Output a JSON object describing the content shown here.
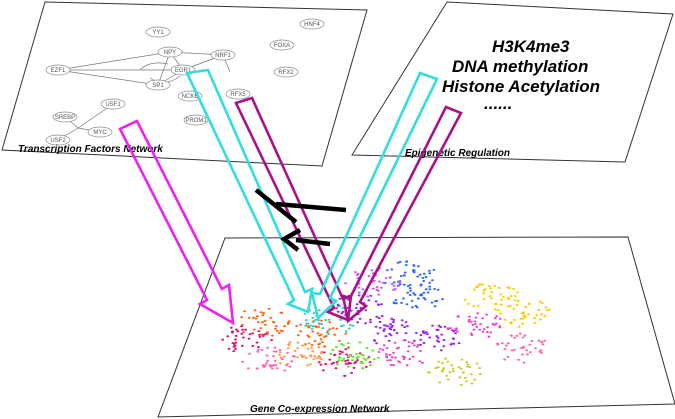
{
  "tf_network": {
    "title": "Transcription Factors Network",
    "nodes": [
      "YY1",
      "HNF4",
      "NPY",
      "NRF1",
      "FOXA",
      "EZF1",
      "EGR1",
      "RFX2",
      "SP1",
      "NCKB",
      "RFX5",
      "USF1",
      "PROM1",
      "SREBP",
      "MYC",
      "USF2"
    ]
  },
  "epigenetic": {
    "title": "Epigenetic Regulation",
    "lines": [
      "H3K4me3",
      "DNA methylation",
      "Histone Acetylation",
      "......"
    ]
  },
  "coexpression": {
    "title": "Gene Co-expression Network"
  },
  "colors": {
    "magenta_arrow": "#ee22ee",
    "purple_arrow": "#aa1188",
    "cyan_arrow": "#33dddd",
    "inhibit_arrow": "#000000",
    "clusters": [
      "#dd1177",
      "#ff6611",
      "#9922ee",
      "#ee44cc",
      "#66dd22",
      "#3366ff",
      "#ffcc00",
      "#33cccc",
      "#ff9944",
      "#cc55ff",
      "#ff66aa",
      "#cccc22"
    ]
  }
}
